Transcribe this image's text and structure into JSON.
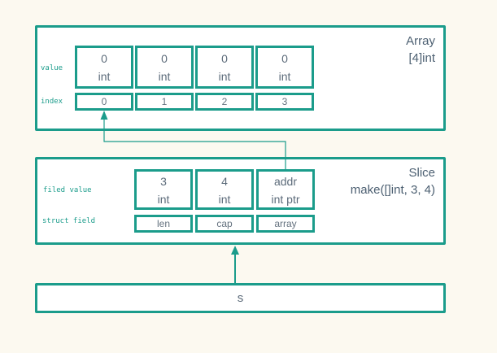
{
  "colors": {
    "teal": "#1B9C8B",
    "background": "#FCF9F0",
    "box_fill": "#FFFFFF",
    "cell_text": "#5C6B7A",
    "title_text": "#4D6072",
    "muted_text": "#65727F"
  },
  "array_box": {
    "title_line1": "Array",
    "title_line2": "[4]int",
    "value_row_label": "value",
    "index_row_label": "index",
    "cells": [
      {
        "value": "0",
        "type": "int"
      },
      {
        "value": "0",
        "type": "int"
      },
      {
        "value": "0",
        "type": "int"
      },
      {
        "value": "0",
        "type": "int"
      }
    ],
    "indexes": [
      "0",
      "1",
      "2",
      "3"
    ]
  },
  "slice_box": {
    "title_line1": "Slice",
    "title_line2": "make([]int, 3, 4)",
    "field_row_label": "filed value",
    "struct_row_label": "struct field",
    "cells": [
      {
        "value": "3",
        "type": "int"
      },
      {
        "value": "4",
        "type": "int"
      },
      {
        "value": "addr",
        "type": "int ptr"
      }
    ],
    "fields": [
      "len",
      "cap",
      "array"
    ]
  },
  "s_box": {
    "label": "s"
  }
}
